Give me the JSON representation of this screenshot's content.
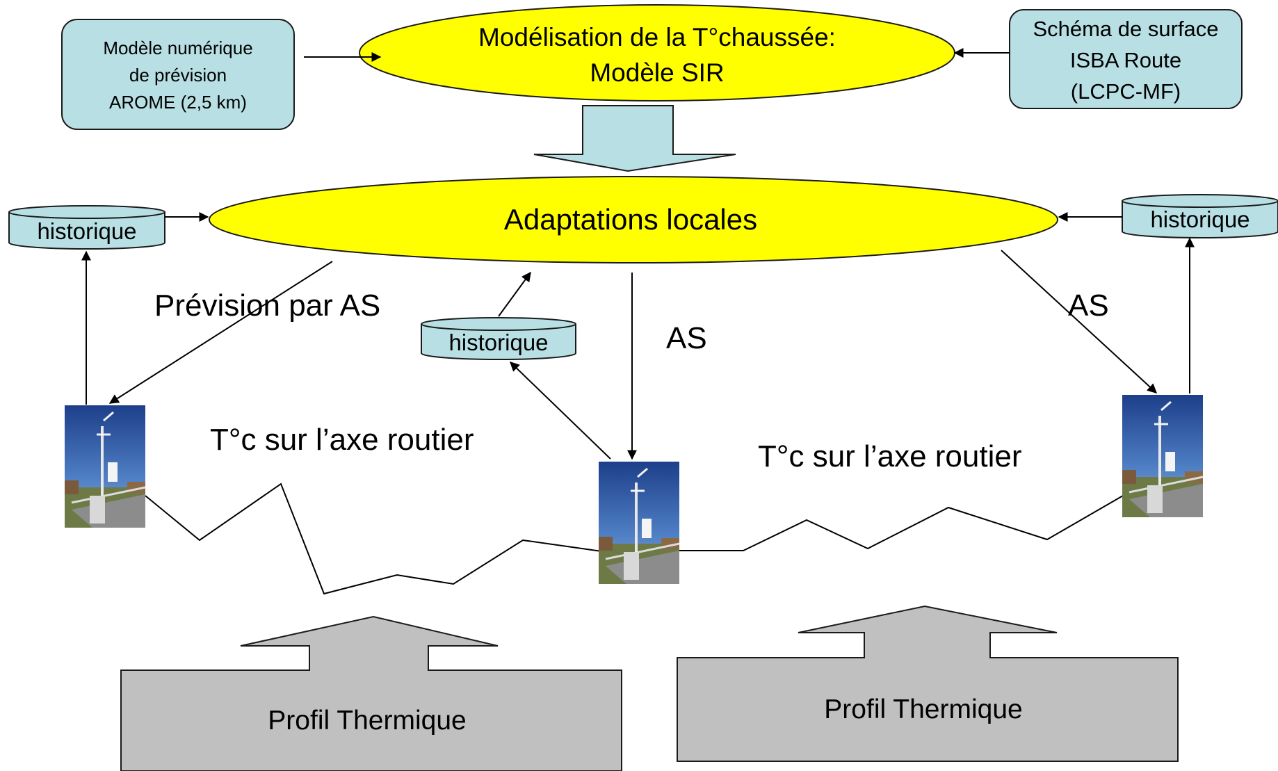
{
  "colors": {
    "box_fill": "#b8e0e4",
    "box_stroke": "#1a1a1a",
    "ellipse_fill": "#ffff00",
    "db_fill": "#b8e0e4",
    "wide_arrow_fill": "#b8e0e4",
    "gray_shape_fill": "#c0c0c0",
    "line": "#000000"
  },
  "boxes": {
    "arome": [
      "Modèle numérique",
      "de prévision",
      "AROME (2,5 km)"
    ],
    "isba": [
      "Schéma de surface",
      "ISBA Route",
      "(LCPC-MF)"
    ]
  },
  "ellipses": {
    "sir": [
      "Modélisation de la T°chaussée:",
      "Modèle SIR"
    ],
    "adaptations": "Adaptations locales"
  },
  "databases": {
    "left": "historique",
    "center": "historique",
    "right": "historique"
  },
  "labels": {
    "prevision_as": "Prévision par AS",
    "as_center": "AS",
    "as_right": "AS",
    "tc_left": "T°c sur l’axe routier",
    "tc_right": "T°c sur l’axe routier"
  },
  "profiles": {
    "left": "Profil Thermique",
    "right": "Profil Thermique"
  },
  "stations": {
    "icon": "weather-station-photo"
  }
}
